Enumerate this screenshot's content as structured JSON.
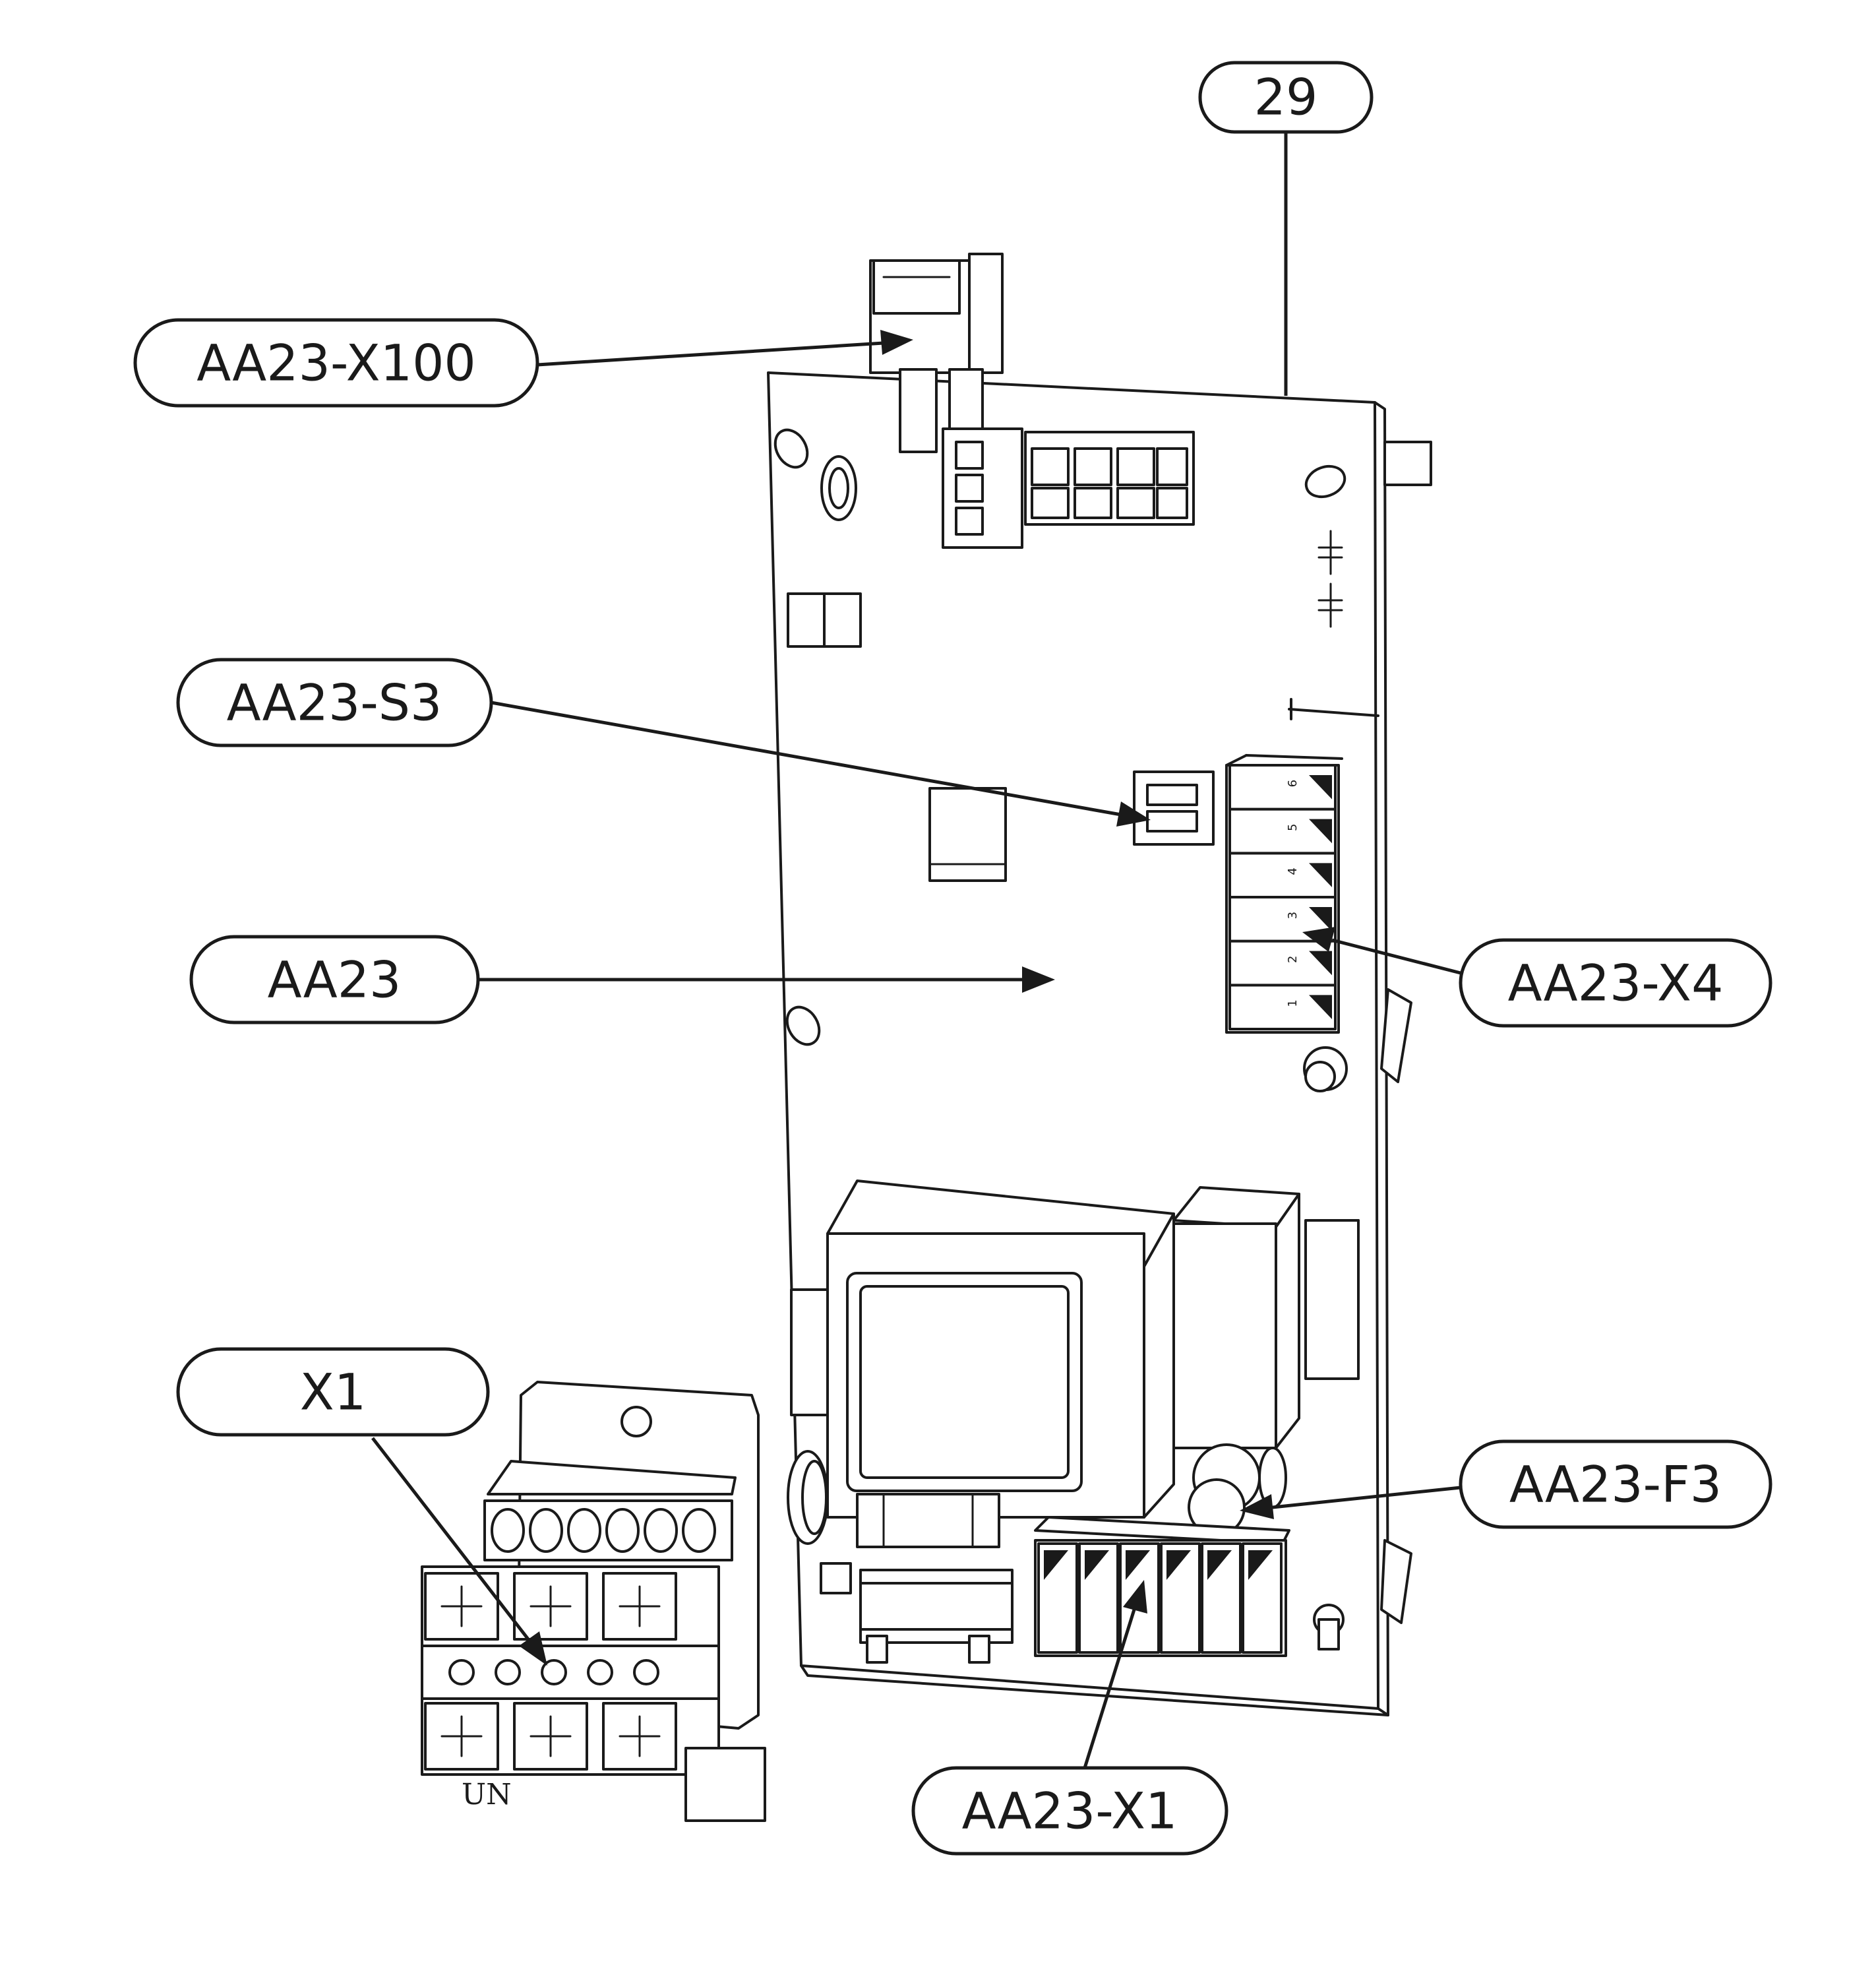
{
  "figure": {
    "figure_number": "29",
    "callouts": {
      "board_connector": "AA23-X100",
      "switch": "AA23-S3",
      "board": "AA23",
      "terminal_x4": "AA23-X4",
      "terminal_block": "X1",
      "fuse": "AA23-F3",
      "terminal_x1": "AA23-X1"
    },
    "x4_pin_labels": [
      "1",
      "2",
      "3",
      "4",
      "5",
      "6"
    ],
    "terminal_block_mark": "UN"
  }
}
